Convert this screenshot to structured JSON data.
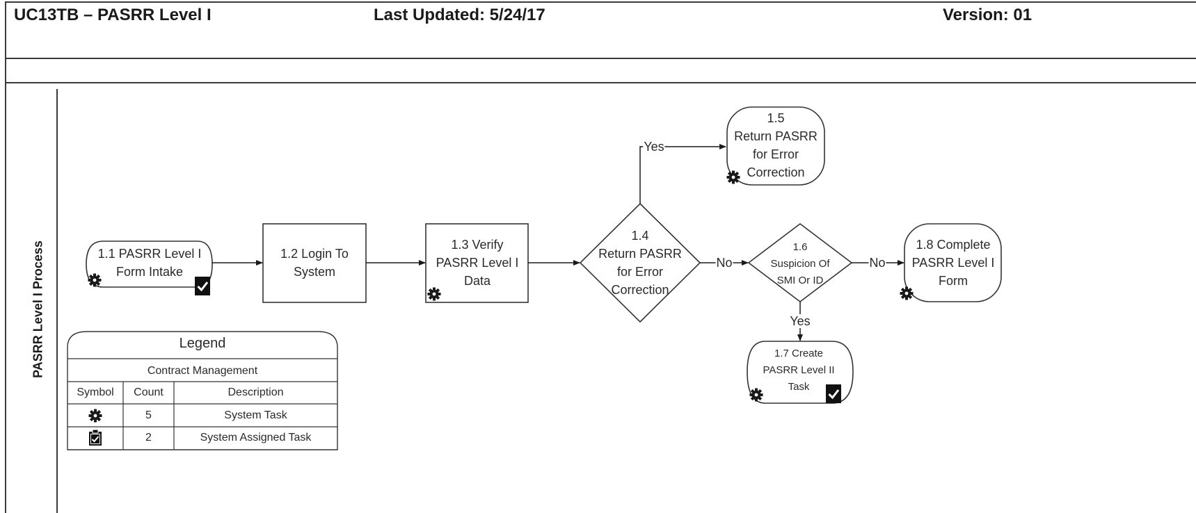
{
  "header": {
    "title": "UC13TB – PASRR Level I",
    "last_updated": "Last Updated: 5/24/17",
    "version": "Version: 01"
  },
  "lane": {
    "label": "PASRR Level I Process"
  },
  "nodes": {
    "n11": "1.1 PASRR Level I\nForm Intake",
    "n12": "1.2 Login To\nSystem",
    "n13": "1.3 Verify\nPASRR Level I\nData",
    "n14": "1.4\nReturn PASRR\nfor Error\nCorrection",
    "n15": "1.5\nReturn PASRR\nfor Error\nCorrection",
    "n16": "1.6\nSuspicion Of\nSMI Or ID",
    "n17": "1.7 Create\nPASRR Level II\nTask",
    "n18": "1.8 Complete\nPASRR Level I\nForm"
  },
  "edges": {
    "yes_top": "Yes",
    "no_1": "No",
    "no_2": "No",
    "yes_down": "Yes"
  },
  "icons": {
    "system_task": "gear-icon",
    "assigned_task": "clipboard-check-icon"
  },
  "legend": {
    "title": "Legend",
    "subtitle": "Contract Management",
    "headers": {
      "symbol": "Symbol",
      "count": "Count",
      "description": "Description"
    },
    "rows": [
      {
        "icon": "gear-icon",
        "count": "5",
        "description": "System Task"
      },
      {
        "icon": "clipboard-check-icon",
        "count": "2",
        "description": "System Assigned Task"
      }
    ]
  },
  "colors": {
    "line": "#3a3a3a",
    "text": "#2a2a2a",
    "background": "#ffffff"
  }
}
